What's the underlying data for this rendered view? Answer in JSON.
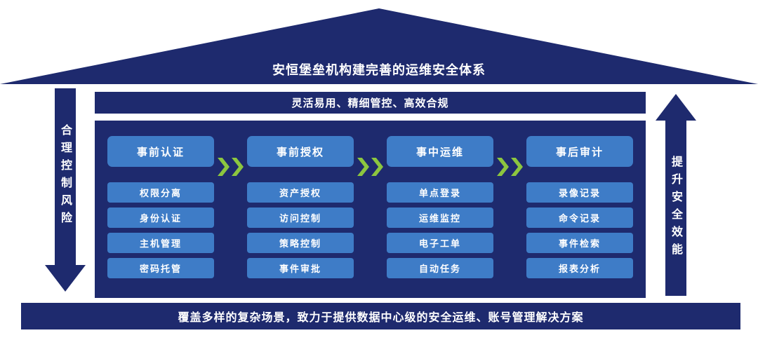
{
  "colors": {
    "navy": "#1e2a6e",
    "blue": "#3e7cc7",
    "green": "#8cc63f",
    "white": "#ffffff"
  },
  "roof": {
    "title": "安恒堡垒机构建完善的运维安全体系"
  },
  "subtitle_bar": {
    "text": "灵活易用、精细管控、高效合规"
  },
  "left_arrow": {
    "label": "合理控制风险"
  },
  "right_arrow": {
    "label": "提升安全效能"
  },
  "columns": [
    {
      "header": "事前认证",
      "items": [
        "权限分离",
        "身份认证",
        "主机管理",
        "密码托管"
      ]
    },
    {
      "header": "事前授权",
      "items": [
        "资产授权",
        "访问控制",
        "策略控制",
        "事件审批"
      ]
    },
    {
      "header": "事中运维",
      "items": [
        "单点登录",
        "运维监控",
        "电子工单",
        "自动任务"
      ]
    },
    {
      "header": "事后审计",
      "items": [
        "录像记录",
        "命令记录",
        "事件检索",
        "报表分析"
      ]
    }
  ],
  "bottom_bar": {
    "text": "覆盖多样的复杂场景，致力于提供数据中心级的安全运维、账号管理解决方案"
  }
}
